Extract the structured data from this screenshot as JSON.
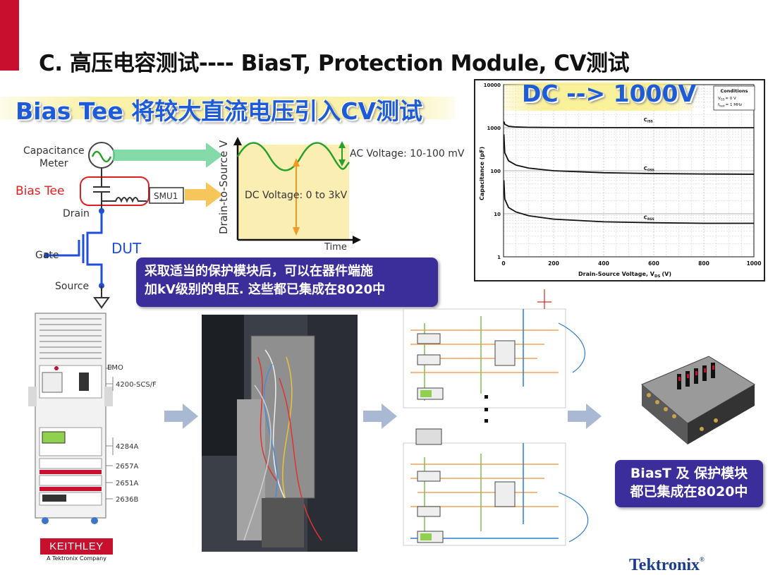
{
  "slide": {
    "title": "C. 高压电容测试---- BiasT, Protection Module, CV测试",
    "subtitle": "Bias Tee 将较大直流电压引入CV测试",
    "dc_label": "DC --> 1000V",
    "callout_line1": "采取适当的保护模块后，可以在器件端施",
    "callout_line2": "加kV级别的电压. 这些都已集成在8020中",
    "bias_callout_line1": "BiasT 及 保护模块",
    "bias_callout_line2": "都已集成在8020中"
  },
  "schematic": {
    "capacitance_meter_1": "Capacitance",
    "capacitance_meter_2": "Meter",
    "bias_tee": "Bias Tee",
    "smu": "SMU1",
    "drain": "Drain",
    "gate": "Gate",
    "source": "Source",
    "dut": "DUT",
    "y_axis": "Drain-to-Source V",
    "x_axis": "Time",
    "ac_voltage": "AC Voltage: 10-100 mV",
    "dc_voltage": "DC Voltage: 0 to 3kV",
    "colors": {
      "bias_tee": "#e02020",
      "dut": "#1f4fd8",
      "ac_arrow": "#6fd49a",
      "dc_arrow": "#f7c65a",
      "wave": "#2aa02a",
      "plot_bg": "#fbeeb3"
    }
  },
  "rack": {
    "labels": [
      "EMO",
      "4200-SCS/F",
      "4284A",
      "2657A",
      "2651A",
      "2636B"
    ]
  },
  "chart_data": {
    "type": "line",
    "xlabel": "Drain-Source Voltage, V",
    "xlabel_sub": "DS",
    "xlabel_unit": "(V)",
    "ylabel": "Capacitance (pF)",
    "xlim": [
      0,
      1000
    ],
    "ylim": [
      1,
      10000
    ],
    "yscale": "log",
    "x_ticks": [
      "0",
      "200",
      "400",
      "600",
      "800",
      "1000"
    ],
    "y_ticks": [
      "1",
      "10",
      "100",
      "1000",
      "10000"
    ],
    "grid": true,
    "conditions_title": "Conditions",
    "conditions_line1": "V",
    "conditions_line1_sub": "GS",
    "conditions_line1_val": "= 0 V",
    "conditions_line2": "f",
    "conditions_line2_sub": "test",
    "conditions_line2_val": "= 1 MHz",
    "series": [
      {
        "name": "C",
        "sub": "ISS",
        "x": [
          0,
          5,
          20,
          50,
          100,
          200,
          400,
          600,
          800,
          1000
        ],
        "values": [
          1400,
          1200,
          1080,
          1040,
          1020,
          1010,
          1005,
          1002,
          1000,
          1000
        ]
      },
      {
        "name": "C",
        "sub": "OSS",
        "x": [
          0,
          5,
          20,
          50,
          100,
          200,
          400,
          600,
          800,
          1000
        ],
        "values": [
          700,
          260,
          170,
          135,
          115,
          100,
          90,
          86,
          84,
          83
        ]
      },
      {
        "name": "C",
        "sub": "RSS",
        "x": [
          0,
          5,
          20,
          50,
          100,
          200,
          400,
          600,
          800,
          1000
        ],
        "values": [
          60,
          22,
          14,
          11,
          9,
          7.5,
          6.5,
          6.2,
          6.0,
          6.0
        ]
      }
    ]
  },
  "brands": {
    "keithley": "KEITHLEY",
    "keithley_sub": "A Tektronix Company",
    "tektronix": "Tektronix"
  }
}
